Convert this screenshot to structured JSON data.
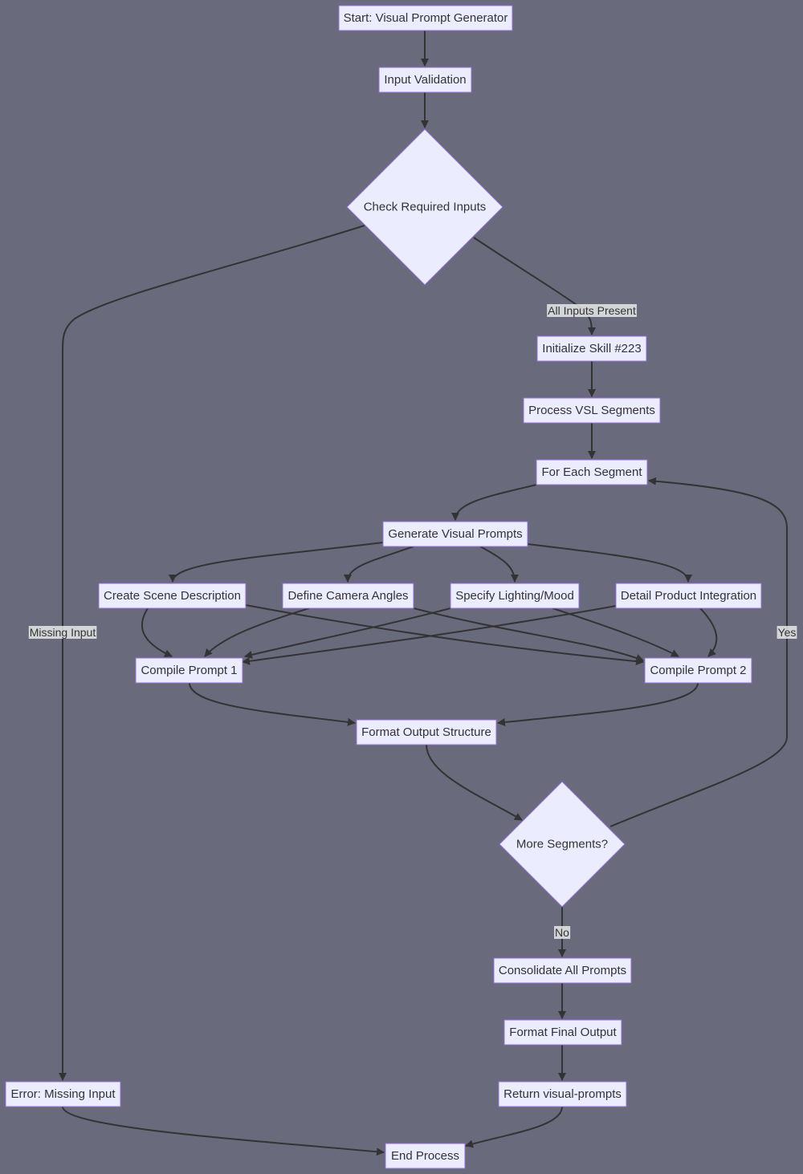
{
  "diagram": {
    "type": "flowchart",
    "nodes": [
      {
        "id": "start",
        "label": "Start: Visual Prompt Generator",
        "shape": "rect"
      },
      {
        "id": "validate",
        "label": "Input Validation",
        "shape": "rect"
      },
      {
        "id": "check",
        "label": "Check Required Inputs",
        "shape": "diamond"
      },
      {
        "id": "init",
        "label": "Initialize Skill #223",
        "shape": "rect"
      },
      {
        "id": "vsl",
        "label": "Process VSL Segments",
        "shape": "rect"
      },
      {
        "id": "each",
        "label": "For Each Segment",
        "shape": "rect"
      },
      {
        "id": "gen",
        "label": "Generate Visual Prompts",
        "shape": "rect"
      },
      {
        "id": "scene",
        "label": "Create Scene Description",
        "shape": "rect"
      },
      {
        "id": "camera",
        "label": "Define Camera Angles",
        "shape": "rect"
      },
      {
        "id": "light",
        "label": "Specify Lighting/Mood",
        "shape": "rect"
      },
      {
        "id": "product",
        "label": "Detail Product Integration",
        "shape": "rect"
      },
      {
        "id": "p1",
        "label": "Compile Prompt 1",
        "shape": "rect"
      },
      {
        "id": "p2",
        "label": "Compile Prompt 2",
        "shape": "rect"
      },
      {
        "id": "fmt",
        "label": "Format Output Structure",
        "shape": "rect"
      },
      {
        "id": "more",
        "label": "More Segments?",
        "shape": "diamond"
      },
      {
        "id": "cons",
        "label": "Consolidate All Prompts",
        "shape": "rect"
      },
      {
        "id": "final",
        "label": "Format Final Output",
        "shape": "rect"
      },
      {
        "id": "ret",
        "label": "Return visual-prompts",
        "shape": "rect"
      },
      {
        "id": "err",
        "label": "Error: Missing Input",
        "shape": "rect"
      },
      {
        "id": "end",
        "label": "End Process",
        "shape": "rect"
      }
    ],
    "edges": [
      {
        "from": "start",
        "to": "validate",
        "label": ""
      },
      {
        "from": "validate",
        "to": "check",
        "label": ""
      },
      {
        "from": "check",
        "to": "init",
        "label": "All Inputs Present"
      },
      {
        "from": "check",
        "to": "err",
        "label": "Missing Input"
      },
      {
        "from": "init",
        "to": "vsl",
        "label": ""
      },
      {
        "from": "vsl",
        "to": "each",
        "label": ""
      },
      {
        "from": "each",
        "to": "gen",
        "label": ""
      },
      {
        "from": "gen",
        "to": "scene",
        "label": ""
      },
      {
        "from": "gen",
        "to": "camera",
        "label": ""
      },
      {
        "from": "gen",
        "to": "light",
        "label": ""
      },
      {
        "from": "gen",
        "to": "product",
        "label": ""
      },
      {
        "from": "scene",
        "to": "p1",
        "label": ""
      },
      {
        "from": "scene",
        "to": "p2",
        "label": ""
      },
      {
        "from": "camera",
        "to": "p1",
        "label": ""
      },
      {
        "from": "camera",
        "to": "p2",
        "label": ""
      },
      {
        "from": "light",
        "to": "p1",
        "label": ""
      },
      {
        "from": "light",
        "to": "p2",
        "label": ""
      },
      {
        "from": "product",
        "to": "p1",
        "label": ""
      },
      {
        "from": "product",
        "to": "p2",
        "label": ""
      },
      {
        "from": "p1",
        "to": "fmt",
        "label": ""
      },
      {
        "from": "p2",
        "to": "fmt",
        "label": ""
      },
      {
        "from": "fmt",
        "to": "more",
        "label": ""
      },
      {
        "from": "more",
        "to": "each",
        "label": "Yes"
      },
      {
        "from": "more",
        "to": "cons",
        "label": "No"
      },
      {
        "from": "cons",
        "to": "final",
        "label": ""
      },
      {
        "from": "final",
        "to": "ret",
        "label": ""
      },
      {
        "from": "ret",
        "to": "end",
        "label": ""
      },
      {
        "from": "err",
        "to": "end",
        "label": ""
      }
    ]
  },
  "colors": {
    "background": "#696a7c",
    "node_fill": "#ececff",
    "node_stroke": "#9370db",
    "edge": "#333333",
    "text": "#333333",
    "edge_label_bg": "#e8e8e8"
  }
}
